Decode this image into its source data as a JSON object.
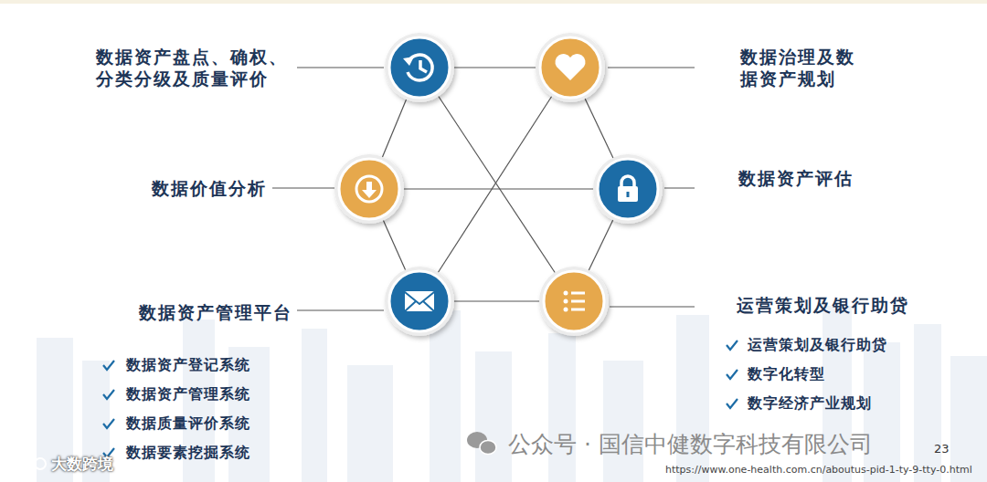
{
  "diagram": {
    "nodes": [
      {
        "text": [
          "数据资产盘点、确权、分类分级及质量评价"
        ]
      },
      {
        "text": [
          "数据治理及数据资产规划"
        ]
      },
      {
        "text": [
          "数据价值分析"
        ]
      },
      {
        "text": [
          "数据资产评估"
        ]
      },
      {
        "text": [
          "数据资产管理平台"
        ]
      },
      {
        "text": [
          "运营策划及银行助贷"
        ]
      }
    ],
    "edges": [
      {
        "from": 0,
        "to": 1,
        "arrow": "none"
      },
      {
        "from": 1,
        "to": 3,
        "arrow": "none"
      },
      {
        "from": 3,
        "to": 5,
        "arrow": "none"
      },
      {
        "from": 5,
        "to": 4,
        "arrow": "none"
      },
      {
        "from": 4,
        "to": 2,
        "arrow": "none"
      },
      {
        "from": 2,
        "to": 0,
        "arrow": "none"
      },
      {
        "from": 0,
        "to": 5,
        "arrow": "none"
      },
      {
        "from": 1,
        "to": 4,
        "arrow": "none"
      },
      {
        "from": 2,
        "to": 3,
        "arrow": "none"
      }
    ],
    "labels": [
      "数据资产登记系统",
      "数据资产管理系统",
      "数据质量评价系统",
      "数据要素挖掘系统",
      "运营策划及银行助贷",
      "数字化转型",
      "数字经济产业规划",
      "公众号 · 国信中健数字科技有限公司",
      "23",
      "https://www.one-health.com.cn/aboutus-pid-1-ty-9-tty-0.html",
      "大数跨境"
    ]
  }
}
